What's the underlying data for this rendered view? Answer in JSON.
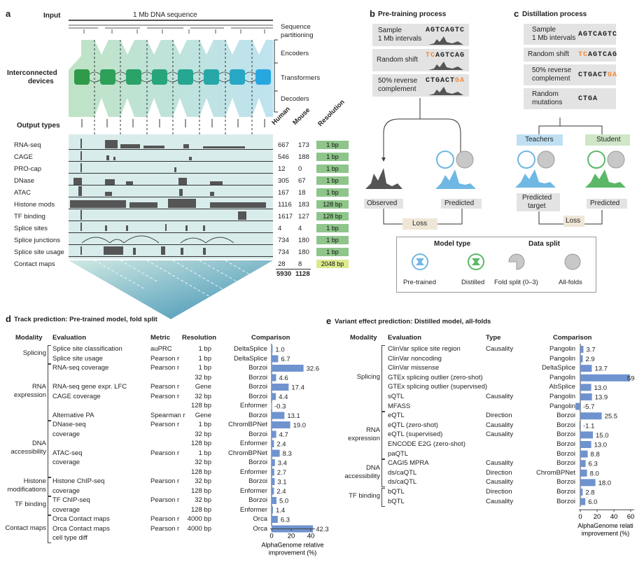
{
  "panel_a": {
    "letter": "a",
    "input_label": "Input",
    "dna_label": "1 Mb DNA sequence",
    "seq_partitioning": [
      "Sequence",
      "partitioning"
    ],
    "encoders": "Encoders",
    "transformers": "Transformers",
    "decoders": "Decoders",
    "devices_label": [
      "Interconnected",
      "devices"
    ],
    "output_types_label": "Output types",
    "col_human": "Human",
    "col_mouse": "Mouse",
    "col_resolution": "Resolution",
    "rows": [
      {
        "name": "RNA-seq",
        "human": "667",
        "mouse": "173",
        "res": "1 bp"
      },
      {
        "name": "CAGE",
        "human": "546",
        "mouse": "188",
        "res": "1 bp"
      },
      {
        "name": "PRO-cap",
        "human": "12",
        "mouse": "0",
        "res": "1 bp"
      },
      {
        "name": "DNase",
        "human": "305",
        "mouse": "67",
        "res": "1 bp"
      },
      {
        "name": "ATAC",
        "human": "167",
        "mouse": "18",
        "res": "1 bp"
      },
      {
        "name": "Histone mods",
        "human": "1116",
        "mouse": "183",
        "res": "128 bp"
      },
      {
        "name": "TF binding",
        "human": "1617",
        "mouse": "127",
        "res": "128 bp"
      },
      {
        "name": "Splice sites",
        "human": "4",
        "mouse": "4",
        "res": "1 bp"
      },
      {
        "name": "Splice junctions",
        "human": "734",
        "mouse": "180",
        "res": "1 bp"
      },
      {
        "name": "Splice site usage",
        "human": "734",
        "mouse": "180",
        "res": "1 bp"
      },
      {
        "name": "Contact maps",
        "human": "28",
        "mouse": "8",
        "res": "2048 bp"
      }
    ],
    "total_human": "5930",
    "total_mouse": "1128",
    "colors": {
      "res_green": "#8fc58a",
      "res_yellow": "#dde98e",
      "device_gradient": [
        "#2e9a4a",
        "#27a7df"
      ]
    }
  },
  "panel_b": {
    "letter": "b",
    "title": "Pre-training process",
    "steps": [
      {
        "label": [
          "Sample",
          "1 Mb intervals"
        ],
        "seq": "AGTCAGTC",
        "seq_orange": ""
      },
      {
        "label": [
          "Random shift"
        ],
        "seq": "AGTCAG",
        "seq_orange": "TC",
        "orange_first": true
      },
      {
        "label": [
          "50% reverse",
          "complement"
        ],
        "seq": "CTGACT",
        "seq_orange": "GA",
        "orange_first": false
      }
    ],
    "observed": "Observed",
    "predicted": "Predicted",
    "loss": "Loss"
  },
  "panel_c": {
    "letter": "c",
    "title": "Distillation process",
    "steps": [
      {
        "label": [
          "Sample",
          "1 Mb intervals"
        ],
        "seq": "AGTCAGTC"
      },
      {
        "label": [
          "Random shift"
        ],
        "seq": "AGTCAG",
        "seq_orange": "TC"
      },
      {
        "label": [
          "50% reverse",
          "complement"
        ],
        "seq": "CTGACT",
        "seq_orange": "GA"
      },
      {
        "label": [
          "Random",
          "mutations"
        ],
        "seq": "CTGA"
      }
    ],
    "teachers": "Teachers",
    "student": "Student",
    "predicted_target": [
      "Predicted",
      "target"
    ],
    "predicted": "Predicted",
    "loss": "Loss"
  },
  "legend": {
    "model_type": "Model type",
    "data_split": "Data split",
    "items": [
      "Pre-trained",
      "Distilled",
      "Fold split (0–3)",
      "All-folds"
    ]
  },
  "panel_d": {
    "letter": "d",
    "title": "Track prediction: Pre-trained model, fold split",
    "headers": {
      "modality": "Modality",
      "evaluation": "Evaluation",
      "metric": "Metric",
      "resolution": "Resolution",
      "comparison": "Comparison"
    },
    "modalities": [
      {
        "name": [
          "Splicing"
        ]
      },
      {
        "name": [
          "RNA",
          "expression"
        ]
      },
      {
        "name": [
          "DNA",
          "accessibility"
        ]
      },
      {
        "name": [
          "Histone",
          "modifications"
        ]
      },
      {
        "name": [
          "TF binding"
        ]
      },
      {
        "name": [
          "Contact maps"
        ]
      }
    ],
    "rows": [
      {
        "eval": "Splice site classification",
        "metric": "auPRC",
        "res": "1 bp",
        "comp": "DeltaSplice",
        "value": 1.0,
        "label": "1.0"
      },
      {
        "eval": "Splice site usage",
        "metric": "Pearson r",
        "res": "1 bp",
        "comp": "DeltaSplice",
        "value": 6.7,
        "label": "6.7"
      },
      {
        "eval": "RNA-seq coverage",
        "metric": "Pearson r",
        "res": "1 bp",
        "comp": "Borzoi",
        "value": 32.6,
        "label": "32.6"
      },
      {
        "eval": "",
        "metric": "",
        "res": "32 bp",
        "comp": "Borzoi",
        "value": 4.6,
        "label": "4.6"
      },
      {
        "eval": "RNA-seq gene expr. LFC",
        "metric": "Pearson r",
        "res": "Gene",
        "comp": "Borzoi",
        "value": 17.4,
        "label": "17.4"
      },
      {
        "eval": "CAGE coverage",
        "metric": "Pearson r",
        "res": "32 bp",
        "comp": "Borzoi",
        "value": 4.4,
        "label": "4.4"
      },
      {
        "eval": "",
        "metric": "",
        "res": "128 bp",
        "comp": "Enformer",
        "value": -0.3,
        "label": "-0.3"
      },
      {
        "eval": "Alternative PA",
        "metric": "Spearman r",
        "res": "Gene",
        "comp": "Borzoi",
        "value": 13.1,
        "label": "13.1"
      },
      {
        "eval": "DNase-seq",
        "metric": "Pearson r",
        "res": "1 bp",
        "comp": "ChromBPNet",
        "value": 19.0,
        "label": "19.0"
      },
      {
        "eval": "coverage",
        "metric": "",
        "res": "32 bp",
        "comp": "Borzoi",
        "value": 4.7,
        "label": "4.7"
      },
      {
        "eval": "",
        "metric": "",
        "res": "128 bp",
        "comp": "Enformer",
        "value": 2.4,
        "label": "2.4"
      },
      {
        "eval": "ATAC-seq",
        "metric": "Pearson r",
        "res": "1 bp",
        "comp": "ChromBPNet",
        "value": 8.3,
        "label": "8.3"
      },
      {
        "eval": "coverage",
        "metric": "",
        "res": "32 bp",
        "comp": "Borzoi",
        "value": 3.4,
        "label": "3.4"
      },
      {
        "eval": "",
        "metric": "",
        "res": "128 bp",
        "comp": "Enformer",
        "value": 2.7,
        "label": "2.7"
      },
      {
        "eval": "Histone ChIP-seq",
        "metric": "Pearson r",
        "res": "32 bp",
        "comp": "Borzoi",
        "value": 3.1,
        "label": "3.1"
      },
      {
        "eval": "coverage",
        "metric": "",
        "res": "128 bp",
        "comp": "Enformer",
        "value": 2.4,
        "label": "2.4"
      },
      {
        "eval": "TF ChIP-seq",
        "metric": "Pearson r",
        "res": "32 bp",
        "comp": "Borzoi",
        "value": 5.0,
        "label": "5.0"
      },
      {
        "eval": "coverage",
        "metric": "",
        "res": "128 bp",
        "comp": "Enformer",
        "value": 1.4,
        "label": "1.4"
      },
      {
        "eval": "Orca Contact maps",
        "metric": "Pearson r",
        "res": "4000 bp",
        "comp": "Orca",
        "value": 6.3,
        "label": "6.3"
      },
      {
        "eval": "Orca Contact maps",
        "metric": "Pearson r",
        "res": "4000 bp",
        "comp": "Orca",
        "value": 42.3,
        "label": "42.3"
      },
      {
        "eval": "cell type diff",
        "metric": "",
        "res": "",
        "comp": "",
        "value": null,
        "label": ""
      }
    ],
    "axis_ticks": [
      "0",
      "20",
      "40"
    ],
    "axis_label": [
      "AlphaGenome relative",
      "improvement (%)"
    ]
  },
  "panel_e": {
    "letter": "e",
    "title": "Variant effect prediction: Distilled model, all-folds",
    "headers": {
      "modality": "Modality",
      "evaluation": "Evaluation",
      "type": "Type",
      "comparison": "Comparison"
    },
    "modalities": [
      {
        "name": [
          "Splicing"
        ]
      },
      {
        "name": [
          "RNA",
          "expression"
        ]
      },
      {
        "name": [
          "DNA",
          "accessibility"
        ]
      },
      {
        "name": [
          "TF binding"
        ]
      }
    ],
    "rows": [
      {
        "eval": "ClinVar splice site region",
        "type": "Causality",
        "comp": "Pangolin",
        "value": 3.7,
        "label": "3.7"
      },
      {
        "eval": "ClinVar noncoding",
        "type": "",
        "comp": "Pangolin",
        "value": 2.9,
        "label": "2.9"
      },
      {
        "eval": "ClinVar missense",
        "type": "",
        "comp": "DeltaSplice",
        "value": 13.7,
        "label": "13.7"
      },
      {
        "eval": "GTEx splicing outlier (zero-shot)",
        "type": "",
        "comp": "Pangolin",
        "value": 59,
        "label": "59"
      },
      {
        "eval": "GTEx splicing outlier (supervised)",
        "type": "",
        "comp": "AbSplice",
        "value": 13.0,
        "label": "13.0"
      },
      {
        "eval": "sQTL",
        "type": "Causality",
        "comp": "Pangolin",
        "value": 13.9,
        "label": "13.9"
      },
      {
        "eval": "MFASS",
        "type": "",
        "comp": "Pangolin",
        "value": -5.7,
        "label": "-5.7"
      },
      {
        "eval": "eQTL",
        "type": "Direction",
        "comp": "Borzoi",
        "value": 25.5,
        "label": "25.5"
      },
      {
        "eval": "eQTL (zero-shot)",
        "type": "Causality",
        "comp": "Borzoi",
        "value": -1.1,
        "label": "-1.1"
      },
      {
        "eval": "eQTL (supervised)",
        "type": "Causality",
        "comp": "Borzoi",
        "value": 15.0,
        "label": "15.0"
      },
      {
        "eval": "ENCODE E2G (zero-shot)",
        "type": "",
        "comp": "Borzoi",
        "value": 13.0,
        "label": "13.0"
      },
      {
        "eval": "paQTL",
        "type": "",
        "comp": "Borzoi",
        "value": 8.8,
        "label": "8.8"
      },
      {
        "eval": "CAGI5 MPRA",
        "type": "Causality",
        "comp": "Borzoi",
        "value": 6.3,
        "label": "6.3"
      },
      {
        "eval": "ds/caQTL",
        "type": "Direction",
        "comp": "ChromBPNet",
        "value": 8.0,
        "label": "8.0"
      },
      {
        "eval": "ds/caQTL",
        "type": "Causality",
        "comp": "Borzoi",
        "value": 18.0,
        "label": "18.0"
      },
      {
        "eval": "bQTL",
        "type": "Direction",
        "comp": "Borzoi",
        "value": 2.8,
        "label": "2.8"
      },
      {
        "eval": "bQTL",
        "type": "Causality",
        "comp": "Borzoi",
        "value": 6.0,
        "label": "6.0"
      }
    ],
    "axis_ticks": [
      "0",
      "20",
      "40",
      "60"
    ],
    "axis_label": [
      "AlphaGenome relati",
      "improvement (%)"
    ]
  },
  "colors": {
    "bar": "#6f93cf",
    "orange": "#f08c3c",
    "gray_box": "#e3e3e3",
    "teacher_blue": "#bfe0f3",
    "student_green": "#cfe6c8",
    "loss_beige": "#efe6d6",
    "pretrained_blue": "#6fb8e3",
    "distilled_green": "#5ab867"
  }
}
